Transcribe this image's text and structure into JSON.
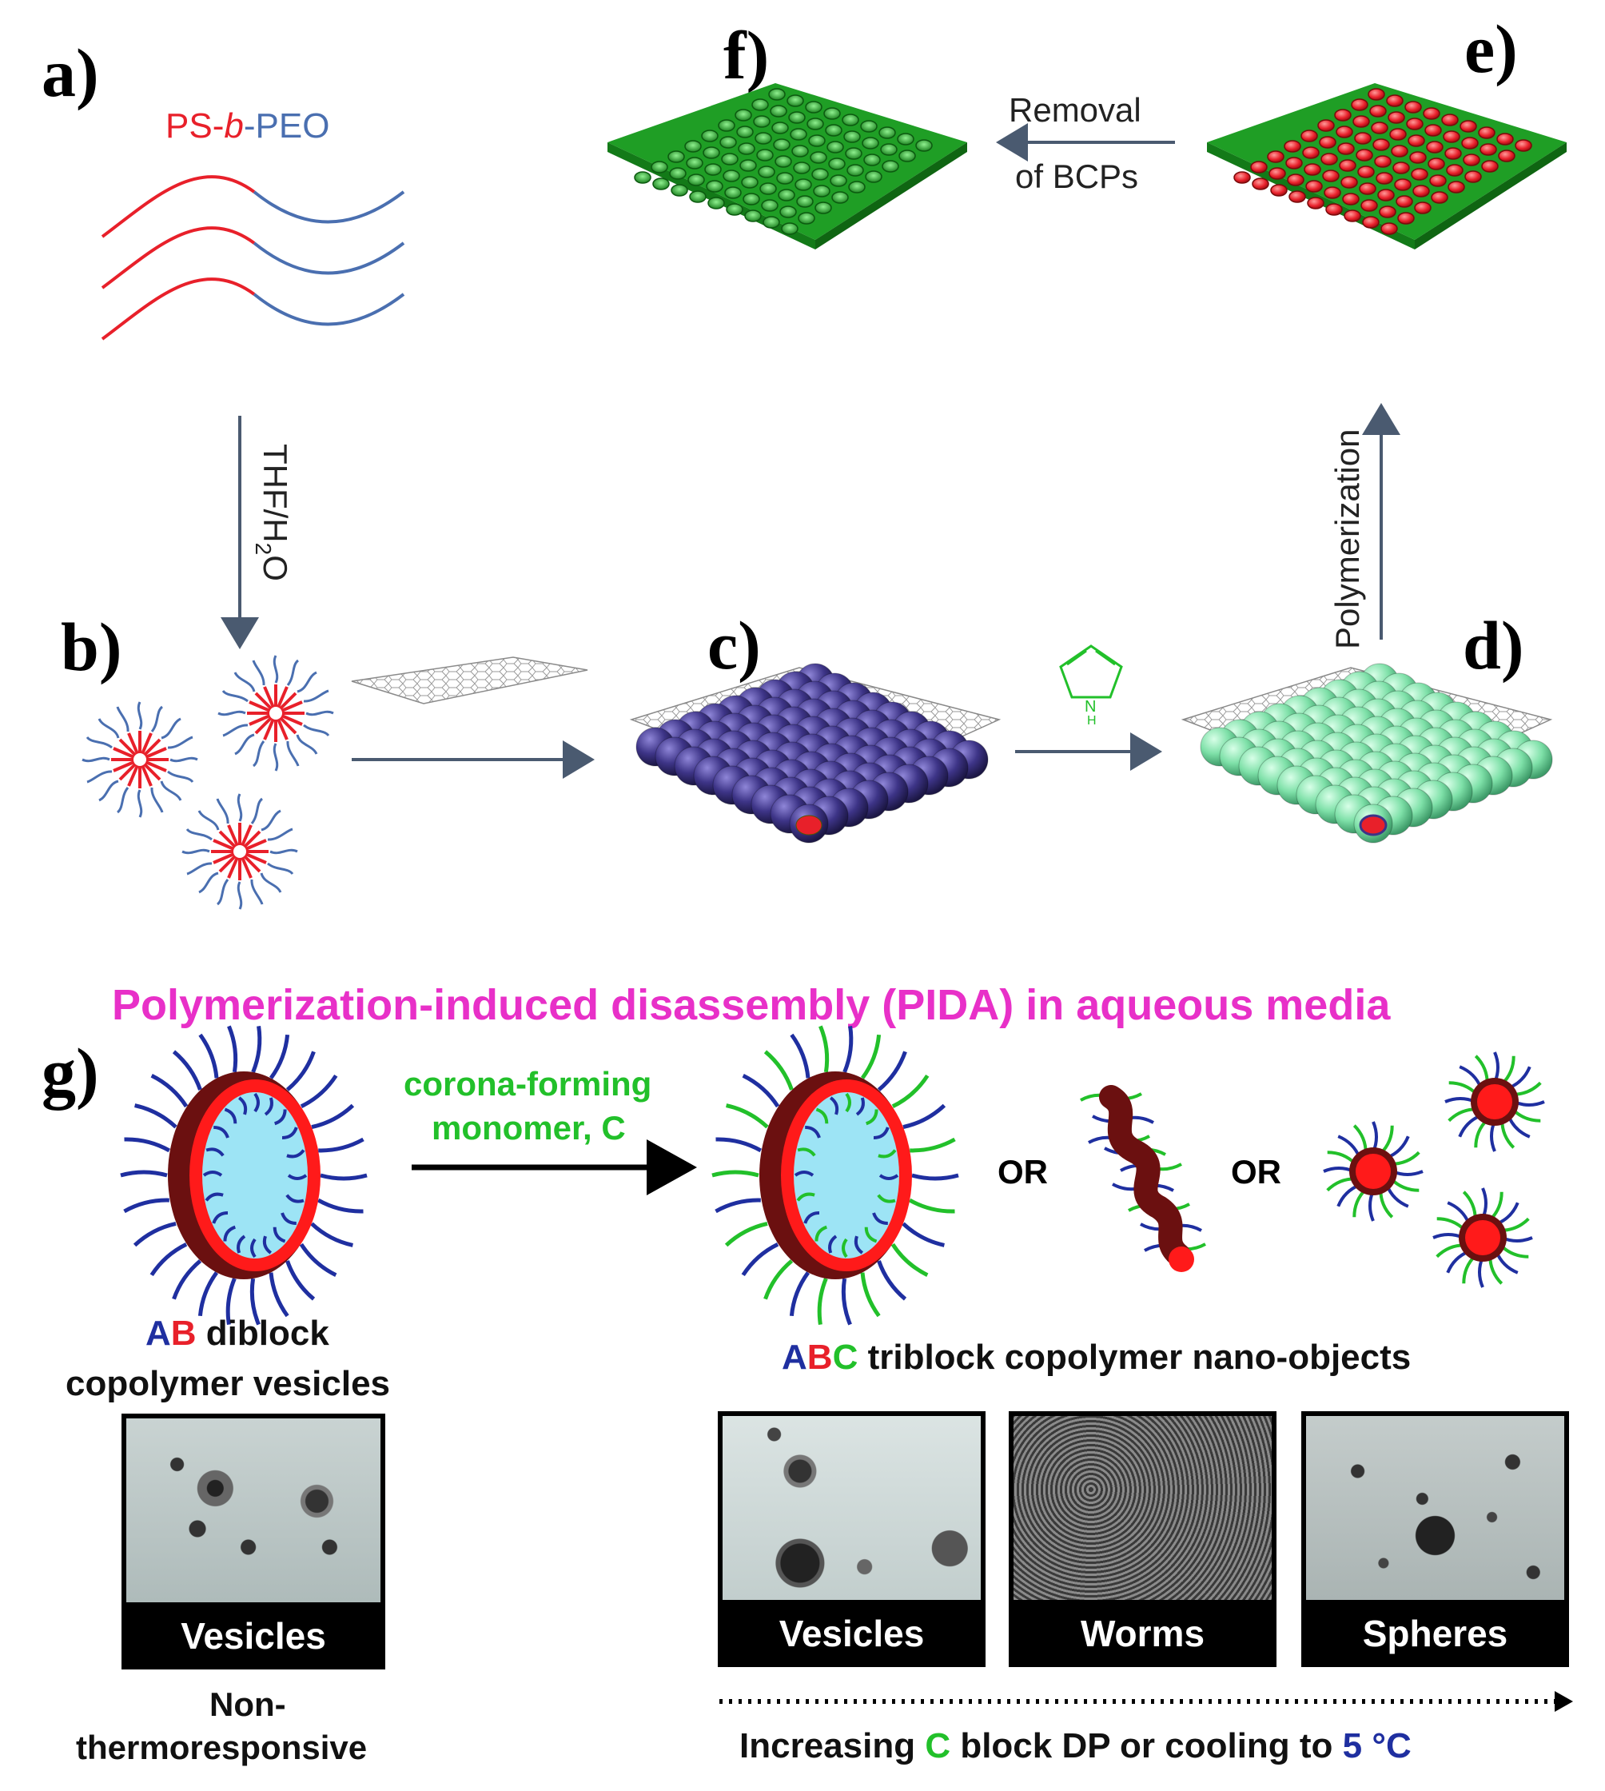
{
  "panels": {
    "a": "a)",
    "b": "b)",
    "c": "c)",
    "d": "d)",
    "e": "e)",
    "f": "f)",
    "g": "g)"
  },
  "copolymer": {
    "ps": "PS-",
    "b": "b",
    "peo": "-PEO"
  },
  "arrows": {
    "solvent_main": "THF/H",
    "solvent_sub": "2",
    "solvent_end": "O",
    "polymerization": "Polymerization",
    "removal_line1": "Removal",
    "removal_line2": "of BCPs",
    "pyrrole_nh": "N",
    "pyrrole_h": "H"
  },
  "pida": {
    "title": "Polymerization-induced disassembly (PIDA) in aqueous media",
    "monomer_line1": "corona-forming",
    "monomer_line2": "monomer, C",
    "or1": "OR",
    "or2": "OR",
    "ab_a": "A",
    "ab_b": "B",
    "ab_rest": " diblock",
    "ab_line2": "copolymer vesicles",
    "abc_a": "A",
    "abc_b": "B",
    "abc_c": "C",
    "abc_rest": " triblock copolymer nano-objects",
    "micrographs": [
      "Vesicles",
      "Vesicles",
      "Worms",
      "Spheres"
    ],
    "nonthermo_line1": "Non-",
    "nonthermo_line2": "thermoresponsive",
    "axis_pre": "Increasing ",
    "axis_c": "C",
    "axis_mid": " block DP or cooling to ",
    "axis_temp": "5 °C"
  },
  "colors": {
    "ps_red": "#e8202a",
    "peo_blue": "#4a6fb0",
    "purple_sphere": "#3d3487",
    "mint_sphere": "#7ee0a8",
    "film_green": "#1f9e25",
    "pida_magenta": "#e830c8",
    "monomer_green": "#22c02a",
    "arrow_slate": "#4a5a70"
  }
}
